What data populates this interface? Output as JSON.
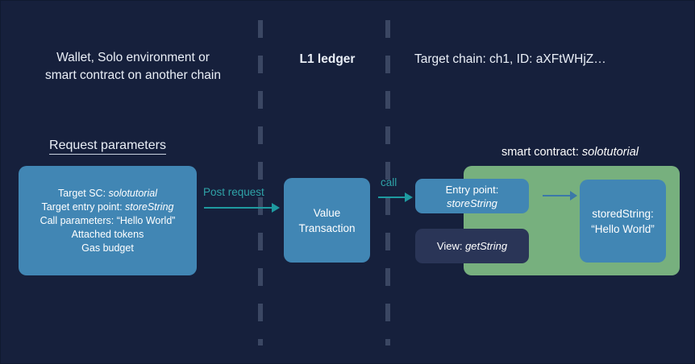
{
  "diagram": {
    "background_color": "#16203c",
    "accent_teal": "#1e9aa0",
    "accent_blue": "#4186b4",
    "accent_green": "#77b07e",
    "accent_navy": "#2a3557"
  },
  "lanes": [
    {
      "id": "source",
      "heading": "Wallet, Solo environment or\nsmart contract on another chain"
    },
    {
      "id": "l1",
      "heading": "L1 ledger"
    },
    {
      "id": "target",
      "heading": "Target chain: ch1, ID: aXFtWHjZ…"
    }
  ],
  "section_title": "Request parameters",
  "boxes": {
    "request_params": "Target SC: solotutorial\nTarget entry point: storeString\nCall parameters: “Hello World”\nAttached tokens\nGas budget",
    "value_transaction": "Value\nTransaction",
    "entry_point": "Entry point:\nstoreString",
    "view": "View: getString",
    "stored_string": "storedString:\n“Hello World”"
  },
  "panel": {
    "smart_contract_label": "smart contract: solotutorial"
  },
  "arrows": {
    "post_request": "Post request",
    "call": "call"
  }
}
